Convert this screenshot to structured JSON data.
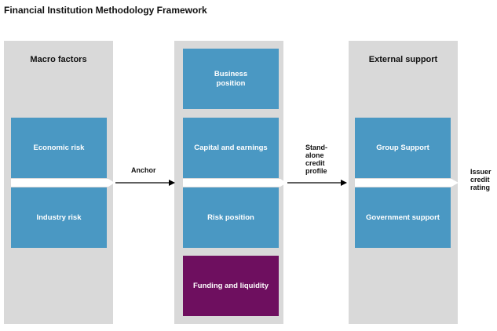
{
  "title": "Financial Institution Methodology Framework",
  "colors": {
    "panel": "#d9d9d9",
    "box_blue": "#4a98c3",
    "box_purple": "#6e0f5f",
    "arrow_white": "#ffffff",
    "connector": "#000000"
  },
  "panels": {
    "macro": {
      "title": "Macro factors"
    },
    "middle": {
      "title": ""
    },
    "external": {
      "title": "External support"
    }
  },
  "boxes": {
    "economic_risk": "Economic risk",
    "industry_risk": "Industry risk",
    "business_position_line1": "Business",
    "business_position_line2": "position",
    "capital_earnings": "Capital and earnings",
    "risk_position": "Risk position",
    "funding_liquidity": "Funding and liquidity",
    "group_support": "Group Support",
    "government_support": "Government support"
  },
  "connectors": {
    "anchor": "Anchor",
    "sacp_line1": "Stand-",
    "sacp_line2": "alone",
    "sacp_line3": "credit",
    "sacp_line4": "profile",
    "icr_line1": "Issuer",
    "icr_line2": "credit",
    "icr_line3": "rating"
  }
}
